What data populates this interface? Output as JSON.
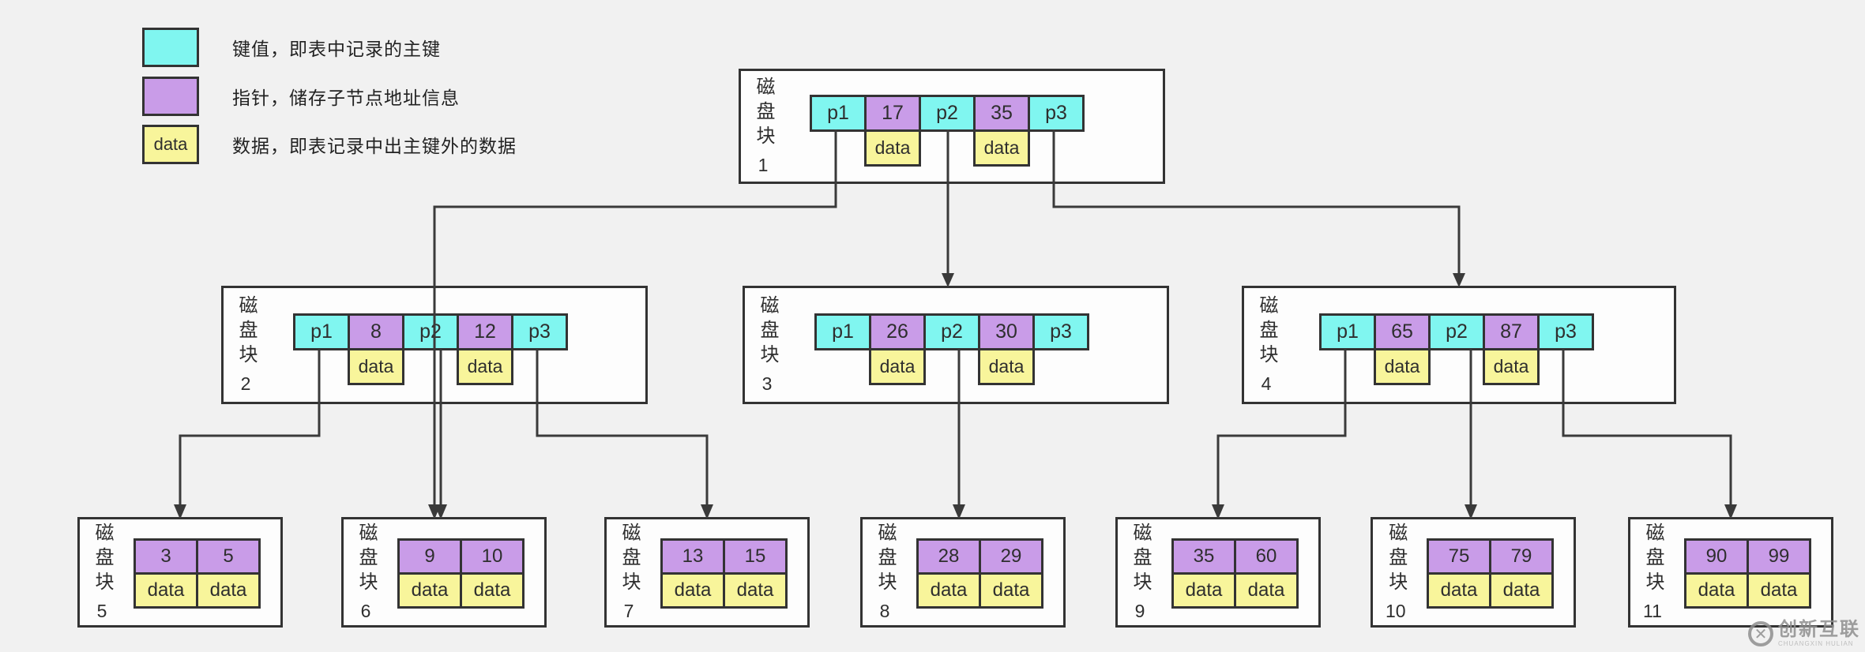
{
  "colors": {
    "bg": "#f1f1f1",
    "node-fill": "#fdfdfd",
    "border": "#333333",
    "line": "#3a3a3a",
    "cell-cyan": "#80f6f0",
    "cell-purple": "#c99ce8",
    "cell-yellow": "#f8f59b",
    "text": "#2e2e2e",
    "wm": "#8f8f8f",
    "wm-sub": "#b5b5b5"
  },
  "legend": {
    "items": [
      {
        "swatch": "cyan-key-swatch",
        "swatch_text": "",
        "label": "键值，即表中记录的主键"
      },
      {
        "swatch": "purple-pointer-swatch",
        "swatch_text": "",
        "label": "指针，储存子节点地址信息"
      },
      {
        "swatch": "yellow-data-swatch",
        "swatch_text": "data",
        "label": "数据，即表记录中出主键外的数据"
      }
    ]
  },
  "nodes": {
    "internal": [
      {
        "label": "磁盘块",
        "num": "1",
        "cells": [
          "p1",
          "17",
          "p2",
          "35",
          "p3"
        ],
        "data_labels": [
          "data",
          "data"
        ]
      },
      {
        "label": "磁盘块",
        "num": "2",
        "cells": [
          "p1",
          "8",
          "p2",
          "12",
          "p3"
        ],
        "data_labels": [
          "data",
          "data"
        ]
      },
      {
        "label": "磁盘块",
        "num": "3",
        "cells": [
          "p1",
          "26",
          "p2",
          "30",
          "p3"
        ],
        "data_labels": [
          "data",
          "data"
        ]
      },
      {
        "label": "磁盘块",
        "num": "4",
        "cells": [
          "p1",
          "65",
          "p2",
          "87",
          "p3"
        ],
        "data_labels": [
          "data",
          "data"
        ]
      }
    ],
    "leaves": [
      {
        "label": "磁盘块",
        "num": "5",
        "keys": [
          "3",
          "5"
        ],
        "data_labels": [
          "data",
          "data"
        ]
      },
      {
        "label": "磁盘块",
        "num": "6",
        "keys": [
          "9",
          "10"
        ],
        "data_labels": [
          "data",
          "data"
        ]
      },
      {
        "label": "磁盘块",
        "num": "7",
        "keys": [
          "13",
          "15"
        ],
        "data_labels": [
          "data",
          "data"
        ]
      },
      {
        "label": "磁盘块",
        "num": "8",
        "keys": [
          "28",
          "29"
        ],
        "data_labels": [
          "data",
          "data"
        ]
      },
      {
        "label": "磁盘块",
        "num": "9",
        "keys": [
          "35",
          "60"
        ],
        "data_labels": [
          "data",
          "data"
        ]
      },
      {
        "label": "磁盘块",
        "num": "10",
        "keys": [
          "75",
          "79"
        ],
        "data_labels": [
          "data",
          "data"
        ]
      },
      {
        "label": "磁盘块",
        "num": "11",
        "keys": [
          "90",
          "99"
        ],
        "data_labels": [
          "data",
          "data"
        ]
      }
    ]
  },
  "watermark": {
    "brand": "创新互联",
    "subtext": "CHUANGXIN HULIAN",
    "icon": "x-circle"
  }
}
